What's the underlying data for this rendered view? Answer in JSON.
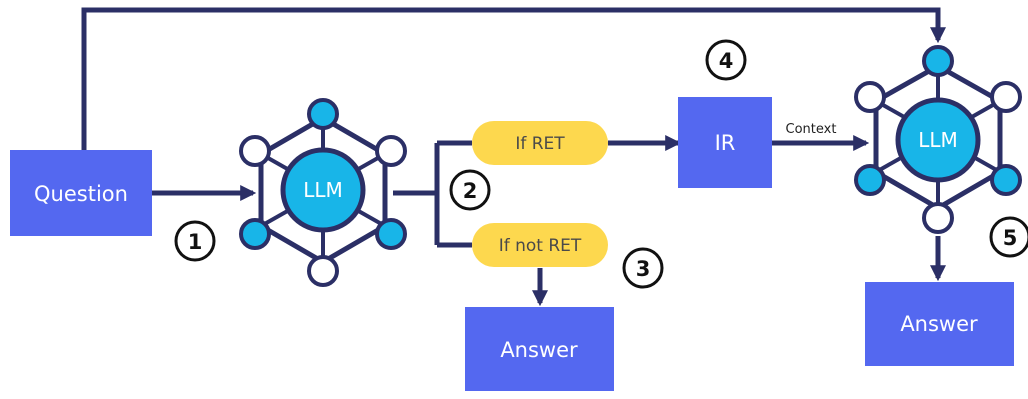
{
  "colors": {
    "box": "#5468f0",
    "llm_core": "#18b5e8",
    "node_filled": "#18b5e8",
    "node_empty": "#ffffff",
    "edge": "#2b2f66",
    "condition": "#fdd84e"
  },
  "nodes": {
    "question": "Question",
    "llm_1": "LLM",
    "if_ret": "If RET",
    "if_not_ret": "If not RET",
    "answer_1": "Answer",
    "ir": "IR",
    "llm_2": "LLM",
    "answer_2": "Answer"
  },
  "edges": {
    "context": "Context"
  },
  "steps": [
    "1",
    "2",
    "3",
    "4",
    "5"
  ]
}
